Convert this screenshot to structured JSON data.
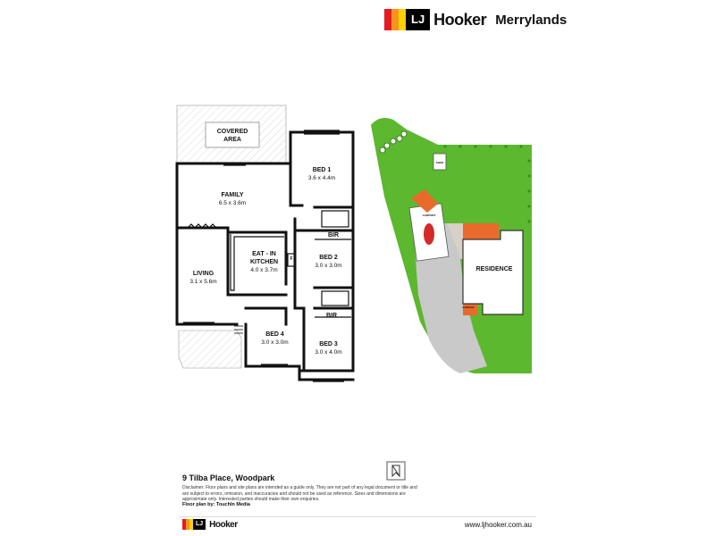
{
  "brand": {
    "mark": "LJ",
    "name": "Hooker",
    "branch": "Merrylands",
    "colors": [
      "#e31c23",
      "#f7941d",
      "#ffd200"
    ]
  },
  "floorplan": {
    "rooms": [
      {
        "id": "covered-area",
        "name": "COVERED\nAREA",
        "dim": ""
      },
      {
        "id": "family",
        "name": "FAMILY",
        "dim": "6.5 x 3.6m"
      },
      {
        "id": "bed1",
        "name": "BED 1",
        "dim": "3.6 x 4.4m"
      },
      {
        "id": "kitchen",
        "name": "EAT - IN\nKITCHEN",
        "dim": "4.0 x 3.7m"
      },
      {
        "id": "living",
        "name": "LIVING",
        "dim": "3.1 x 5.6m"
      },
      {
        "id": "bed2",
        "name": "BED 2",
        "dim": "3.0 x 3.0m"
      },
      {
        "id": "bed4",
        "name": "BED 4",
        "dim": "3.0 x 3.0m"
      },
      {
        "id": "bed3",
        "name": "BED 3",
        "dim": "3.0 x 4.0m"
      }
    ],
    "bir1": "BIR",
    "bir2": "BIR",
    "fridge": "F"
  },
  "siteplan": {
    "residence": "RESIDENCE",
    "shed": "SHED",
    "carport": "CARPORT",
    "garage": "GARAGE"
  },
  "footer": {
    "address": "9 Tilba Place, Woodpark",
    "disclaimer": "Disclaimer: Floor plans and site plans are intended as a guide only. They are not part of any legal document or title and are subject to errors, omission, and inaccuracies and should not be used as reference. Sizes and dimensions are approximate only. Interested parties should make their own enquiries.",
    "floorplan_by": "Floor plan by: TouchIn Media",
    "website": "www.ljhooker.com.au"
  }
}
